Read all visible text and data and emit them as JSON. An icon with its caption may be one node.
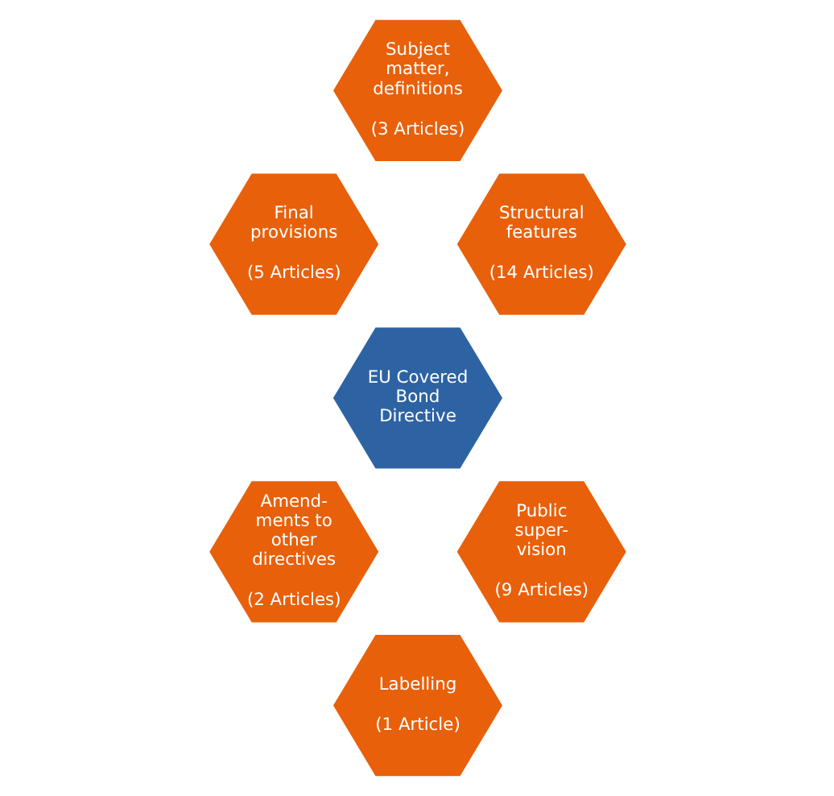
{
  "diagram": {
    "nodes": [
      {
        "text": [
          "Subject matter, definitions",
          "(3 Articles)"
        ]
      },
      {
        "text": [
          "Final provisions",
          "(5 Articles)"
        ]
      },
      {
        "text": [
          "Structural features",
          "(14 Articles)"
        ]
      },
      {
        "text": [
          "EU Covered Bond Directive"
        ]
      },
      {
        "text": [
          "Amend- ments to other directives",
          "(2 Articles)"
        ]
      },
      {
        "text": [
          "Public super- vision",
          "(9 Articles)"
        ]
      },
      {
        "text": [
          "Labelling",
          "(1 Article)"
        ]
      }
    ],
    "edges": []
  }
}
